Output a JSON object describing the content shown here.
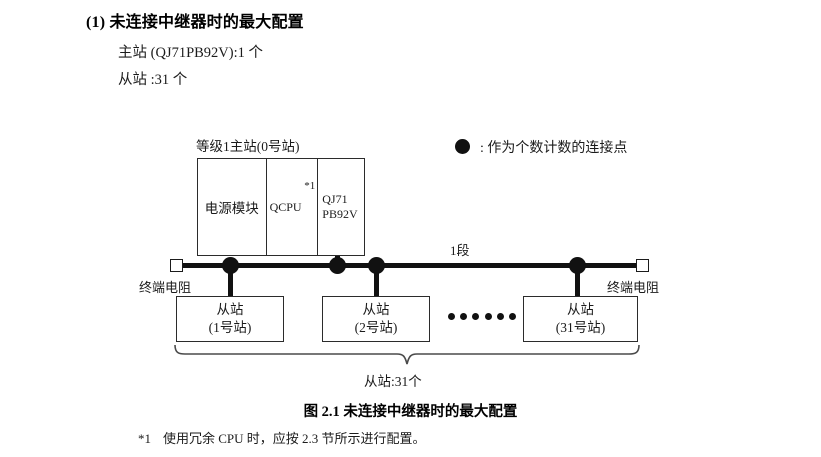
{
  "section": {
    "heading": "(1) 未连接中继器时的最大配置",
    "spec_master": "主站 (QJ71PB92V):1 个",
    "spec_slave": "从站 :31 个"
  },
  "legend": {
    "marker_icon": "filled-circle-icon",
    "text": ": 作为个数计数的连接点"
  },
  "diagram": {
    "rack_label": "等级1主站(0号站)",
    "rack_cells": [
      {
        "label": "电源模块",
        "footnote": ""
      },
      {
        "label": "QCPU",
        "footnote": "*1"
      },
      {
        "label": "QJ71\nPB92V",
        "footnote": ""
      }
    ],
    "rack_cell_power": "电源模块",
    "rack_cell_cpu": "QCPU",
    "rack_cell_cpu_footnote": "*1",
    "rack_cell_net_line1": "QJ71",
    "rack_cell_net_line2": "PB92V",
    "segment_label": "1段",
    "terminator_left": "终端电阻",
    "terminator_right": "终端电阻",
    "slaves": [
      {
        "name": "从站",
        "station": "(1号站)"
      },
      {
        "name": "从站",
        "station": "(2号站)"
      },
      {
        "name": "从站",
        "station": "(31号站)"
      }
    ],
    "ellipsis_dot_count": 6,
    "brace_label": "从站:31个"
  },
  "caption": "图 2.1  未连接中继器时的最大配置",
  "footnote": {
    "marker": "*1",
    "text": "使用冗余 CPU 时，应按 2.3 节所示进行配置。"
  },
  "colors": {
    "ink": "#1b1b1b",
    "line": "#111111",
    "box_border": "#2b2b2b",
    "background": "#ffffff"
  }
}
